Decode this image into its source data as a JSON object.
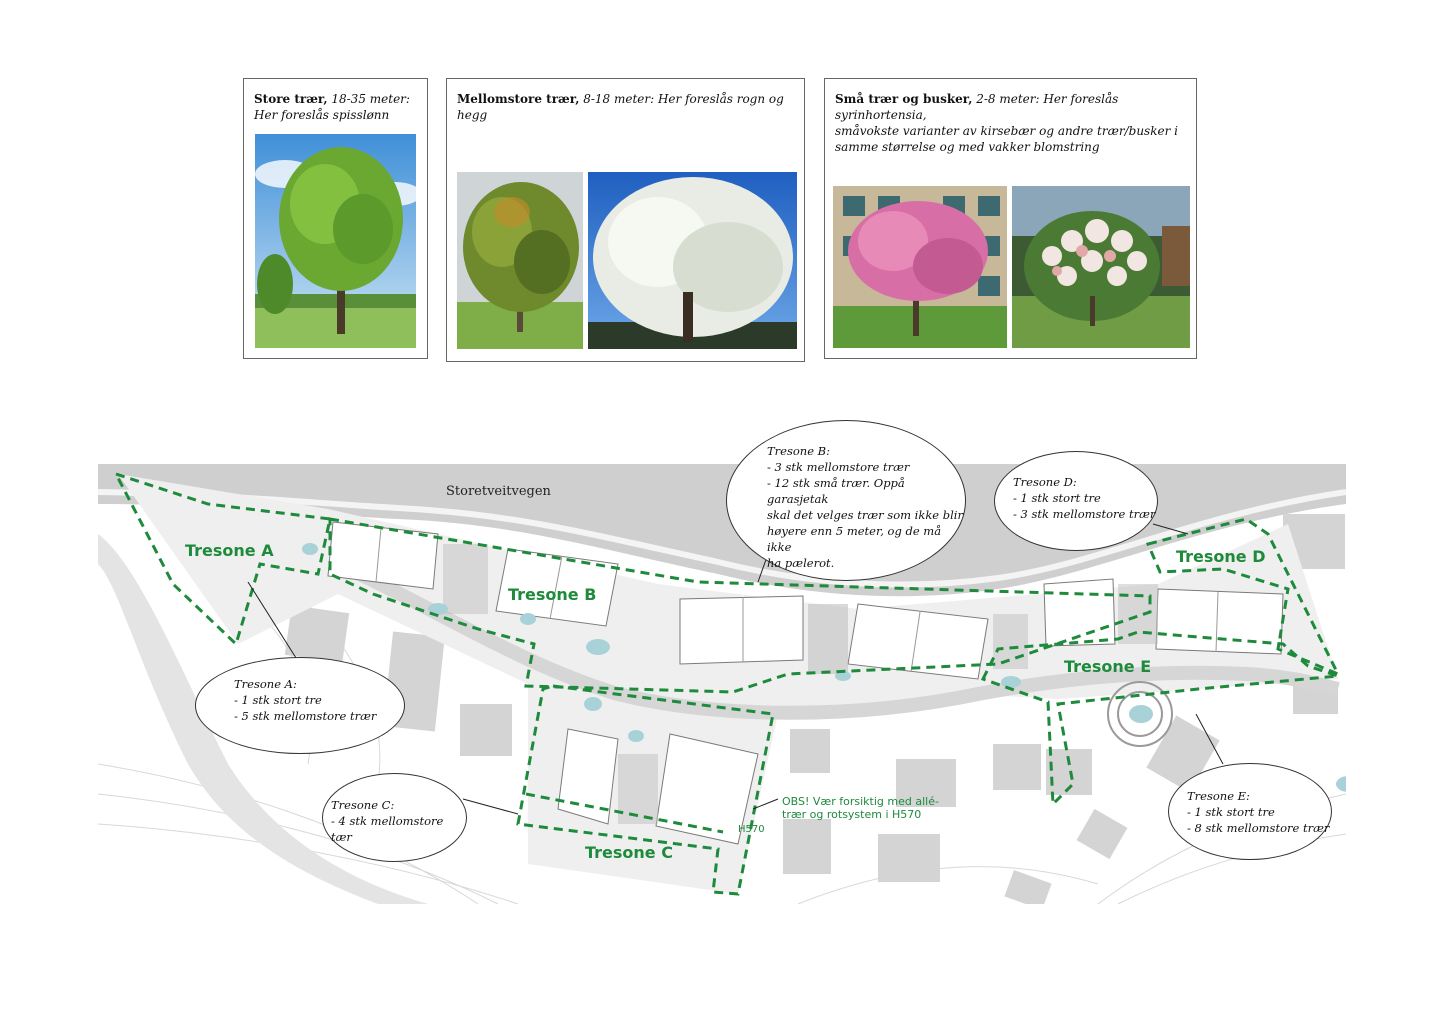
{
  "cards": [
    {
      "title_bold": "Store trær,",
      "title_italic": " 18-35 meter:",
      "subtitle": "Her foreslås spisslønn",
      "photos": [
        "spisslonn-photo"
      ]
    },
    {
      "title_bold": "Mellomstore trær,",
      "title_italic": " 8-18 meter: Her foreslås rogn og hegg",
      "subtitle": "",
      "photos": [
        "rogn-photo",
        "hegg-photo"
      ]
    },
    {
      "title_bold": "Små trær og busker,",
      "title_italic": " 2-8 meter: Her foreslås syrinhortensia,",
      "subtitle": "småvokste varianter av kirsebær og andre trær/busker i samme størrelse og med vakker blomstring",
      "photos": [
        "kirsebaer-photo",
        "syrinhortensia-photo"
      ]
    }
  ],
  "map": {
    "road_label": "Storetveitvegen",
    "zone_color": "#1e8a3c",
    "zones": [
      {
        "id": "A",
        "label": "Tresone A"
      },
      {
        "id": "B",
        "label": "Tresone B"
      },
      {
        "id": "C",
        "label": "Tresone C"
      },
      {
        "id": "D",
        "label": "Tresone D"
      },
      {
        "id": "E",
        "label": "Tresone E"
      }
    ],
    "note": {
      "text_line1": "OBS! Vær forsiktig med allé-",
      "text_line2": "trær og rotsystem i H570",
      "tag": "H570"
    }
  },
  "callouts": {
    "A": {
      "title": "Tresone A:",
      "lines": [
        "- 1 stk stort tre",
        "- 5 stk mellomstore trær"
      ]
    },
    "B": {
      "title": "Tresone B:",
      "lines": [
        "- 3 stk mellomstore trær",
        "- 12 stk små trær. Oppå garasjetak",
        "skal det velges trær som ikke blir",
        "høyere enn 5 meter, og de må ikke",
        "ha pælerot."
      ]
    },
    "C": {
      "title": "Tresone C:",
      "lines": [
        "- 4 stk mellomstore tær"
      ]
    },
    "D": {
      "title": "Tresone D:",
      "lines": [
        "- 1 stk stort tre",
        "- 3 stk mellomstore trær"
      ]
    },
    "E": {
      "title": "Tresone E:",
      "lines": [
        "- 1 stk stort tre",
        "- 8 stk mellomstore trær"
      ]
    }
  }
}
